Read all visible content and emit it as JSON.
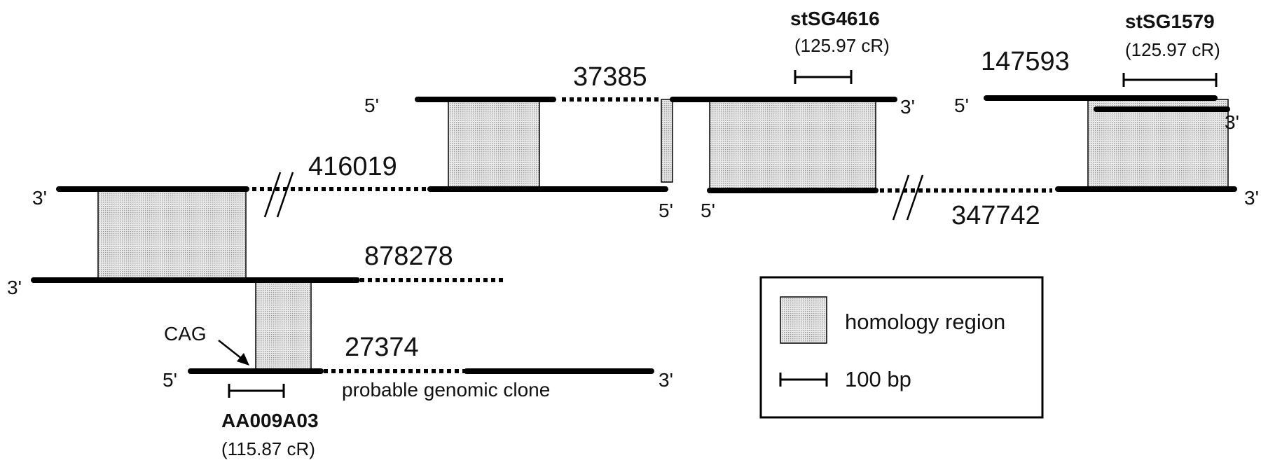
{
  "clones": {
    "c37385": "37385",
    "c416019": "416019",
    "c878278": "878278",
    "c27374": "27374",
    "c147593": "147593",
    "c347742": "347742"
  },
  "ends": {
    "five": "5'",
    "three": "3'"
  },
  "markers": {
    "stSG4616": {
      "name": "stSG4616",
      "position": "(125.97 cR)"
    },
    "stSG1579": {
      "name": "stSG1579",
      "position": "(125.97 cR)"
    },
    "AA009A03": {
      "name": "AA009A03",
      "position": "(115.87 cR)"
    }
  },
  "annotations": {
    "cag": "CAG",
    "probable_clone": "probable genomic clone"
  },
  "legend": {
    "homology": "homology region",
    "scale": "100 bp"
  }
}
